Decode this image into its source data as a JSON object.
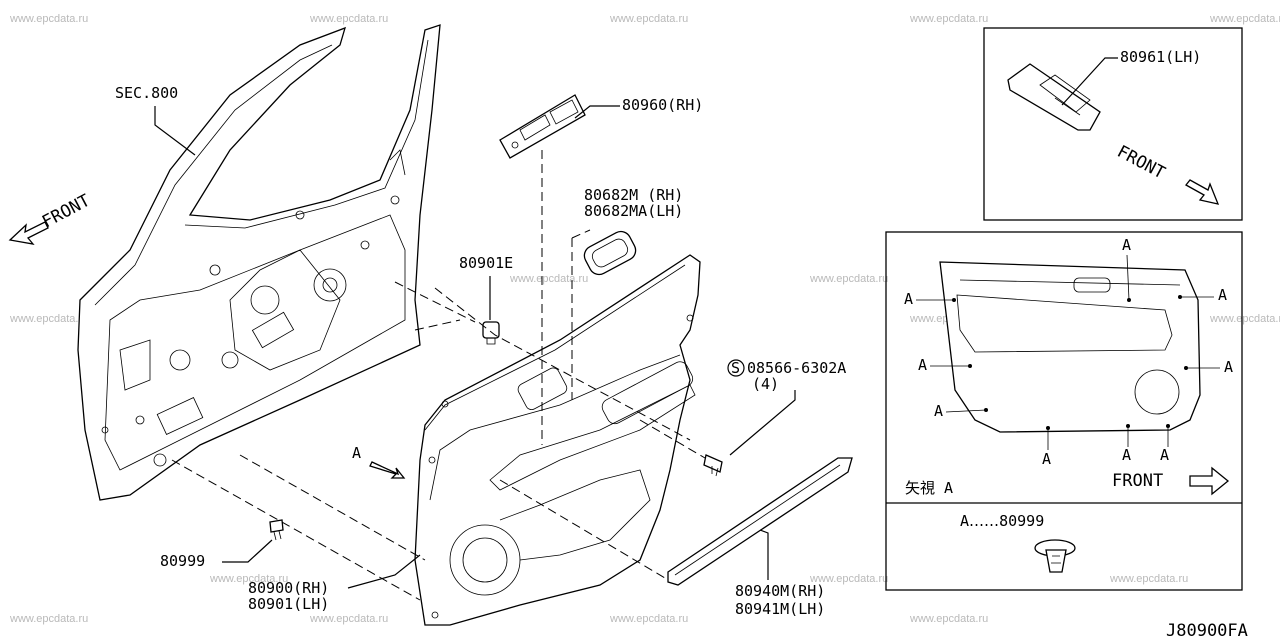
{
  "diagram_id": "J80900FA",
  "watermark": "www.epcdata.ru",
  "labels": {
    "sec800": "SEC.800",
    "front_main": "FRONT",
    "p80960": "80960(RH)",
    "p80682m": "80682M (RH)",
    "p80682ma": "80682MA(LH)",
    "p80901e": "80901E",
    "screw": "08566-6302A",
    "screw_qty": "(4)",
    "view_a_marker": "A",
    "p80999": "80999",
    "p80900": "80900(RH)",
    "p80901": "80901(LH)",
    "p80940m": "80940M(RH)",
    "p80941m": "80941M(LH)"
  },
  "inset_top": {
    "part": "80961(LH)",
    "front": "FRONT"
  },
  "inset_view": {
    "a_letter": "A",
    "caption": "矢視 A",
    "front": "FRONT"
  },
  "inset_legend": {
    "text": "A‥‥‥80999"
  },
  "colors": {
    "line": "#000000",
    "watermark": "#b9b9b9",
    "background": "#ffffff"
  }
}
